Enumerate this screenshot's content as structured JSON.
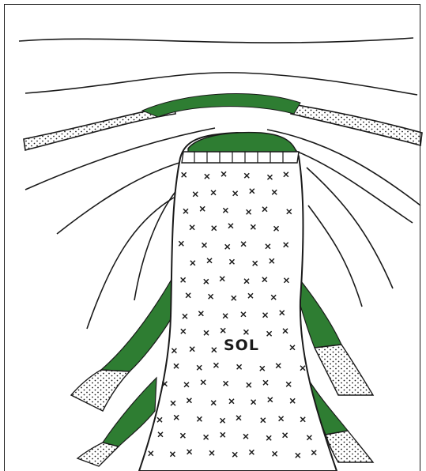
{
  "diagram": {
    "structure_label": "SOL",
    "colors": {
      "ink": "#1a1a1a",
      "green_layer": "#2e7d32",
      "sand_dots": "#1a1a1a",
      "paper": "#ffffff"
    },
    "icons": [
      "salt-dome",
      "green-layer",
      "sand-layer",
      "strata-line"
    ]
  }
}
